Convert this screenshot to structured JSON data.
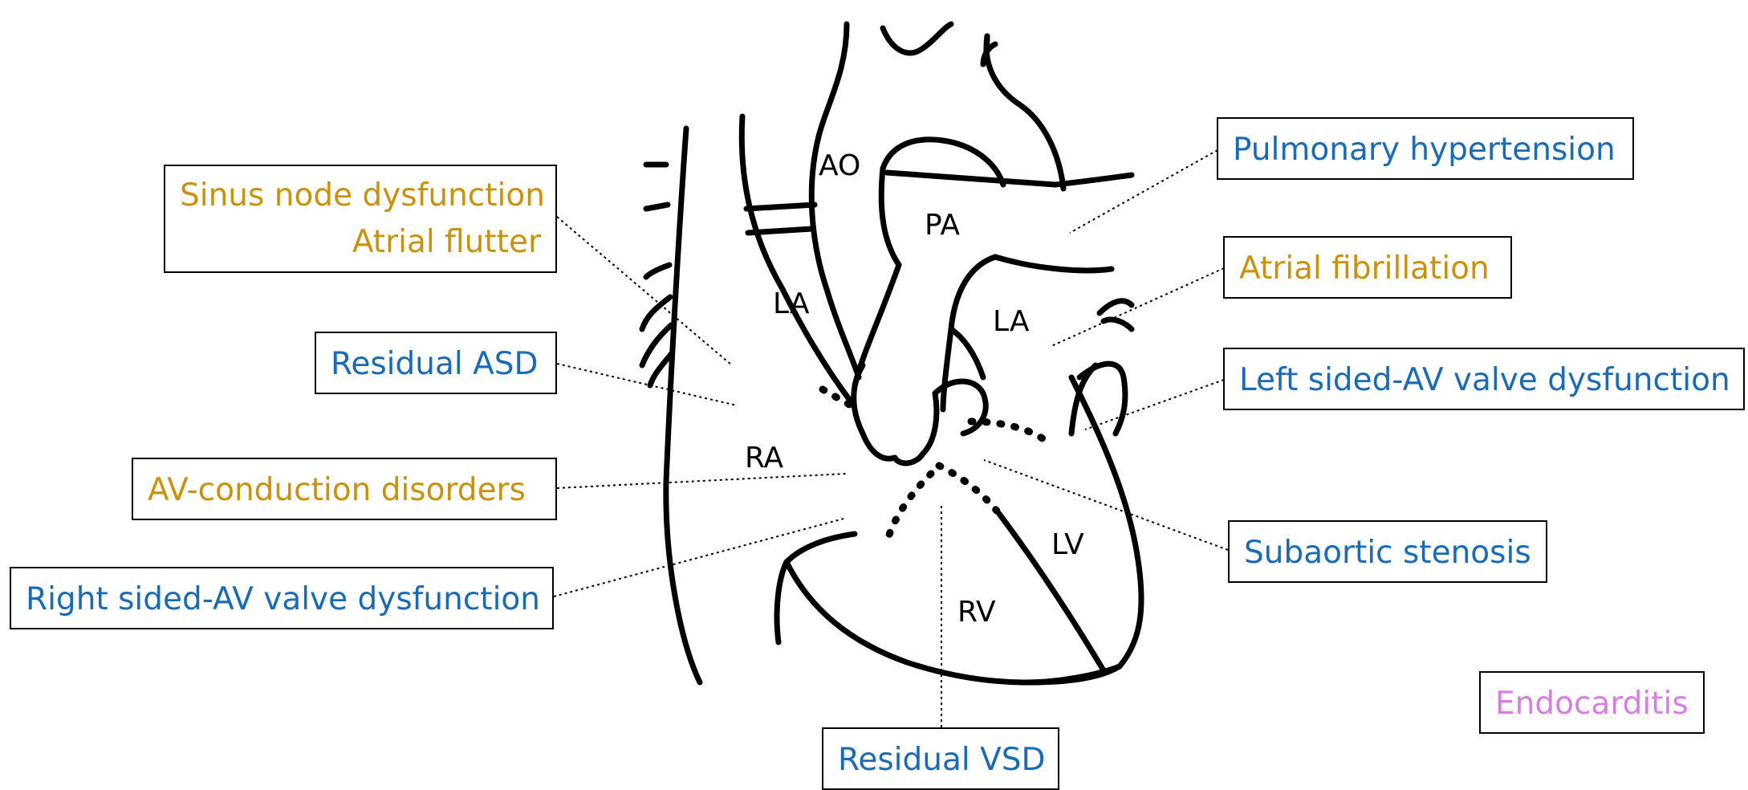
{
  "anatomy_labels": {
    "ao": "AO",
    "pa": "PA",
    "la_left": "LA",
    "la_right": "LA",
    "ra": "RA",
    "lv": "LV",
    "rv": "RV"
  },
  "callouts": {
    "sinus_node": {
      "line1": "Sinus node dysfunction",
      "line2": "Atrial flutter",
      "color": "#c9920e"
    },
    "residual_asd": {
      "text": "Residual ASD",
      "color": "#1a6ab5"
    },
    "av_conduction": {
      "text": "AV-conduction disorders",
      "color": "#c9920e"
    },
    "right_av_valve": {
      "text": "Right sided-AV valve dysfunction",
      "color": "#1a6ab5"
    },
    "pulmonary_htn": {
      "text": "Pulmonary hypertension",
      "color": "#1a6ab5"
    },
    "atrial_fib": {
      "text": "Atrial fibrillation",
      "color": "#c9920e"
    },
    "left_av_valve": {
      "text": "Left sided-AV valve dysfunction",
      "color": "#1a6ab5"
    },
    "subaortic": {
      "text": "Subaortic stenosis",
      "color": "#1a6ab5"
    },
    "residual_vsd": {
      "text": "Residual VSD",
      "color": "#1a6ab5"
    },
    "endocarditis": {
      "text": "Endocarditis",
      "color": "#d77ee6"
    }
  }
}
